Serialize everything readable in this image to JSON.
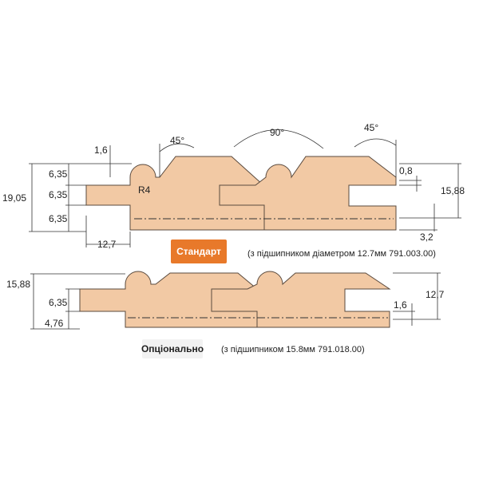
{
  "standard": {
    "button_label": "Стандарт",
    "note": "(з підшипником діаметром 12.7мм 791.003.00)",
    "dims": {
      "d1_6": "1,6",
      "angle_left": "45°",
      "angle_mid": "90°",
      "angle_right": "45°",
      "d6_35_a": "6,35",
      "d6_35_b": "6,35",
      "d6_35_c": "6,35",
      "d19_05": "19,05",
      "r4": "R4",
      "d0_8": "0,8",
      "d15_88": "15,88",
      "d3_2": "3,2",
      "d12_7": "12,7"
    }
  },
  "optional": {
    "button_label": "Опціонально",
    "note": "(з підшипником 15.8мм 791.018.00)",
    "dims": {
      "d15_88": "15,88",
      "d6_35": "6,35",
      "d4_76": "4,76",
      "d12_7": "12,7",
      "d1_6": "1,6"
    }
  },
  "colors": {
    "wood": "#f2c9a4",
    "accent": "#e8792a"
  }
}
